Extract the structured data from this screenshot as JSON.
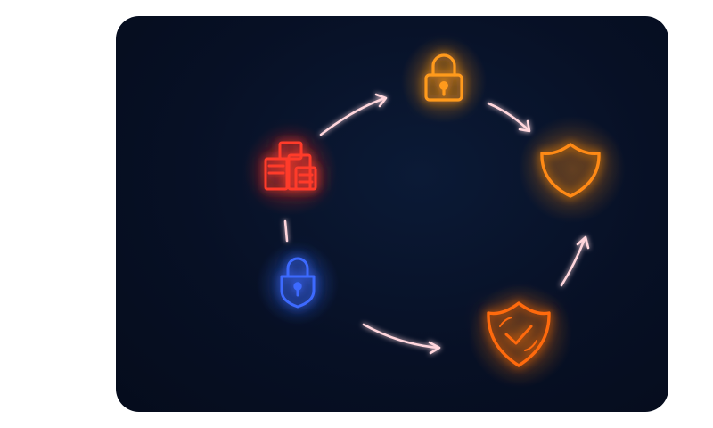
{
  "diagram": {
    "nodes": [
      {
        "id": "top",
        "icon": "padlock-icon",
        "color": "#ff9a1f"
      },
      {
        "id": "right",
        "icon": "shield-icon",
        "color": "#ff8a12"
      },
      {
        "id": "bottom-right",
        "icon": "shield-check-icon",
        "color": "#ff6a10"
      },
      {
        "id": "left-bottom",
        "icon": "padlock-icon",
        "color": "#3d6bff"
      },
      {
        "id": "left-top",
        "icon": "server-stack-icon",
        "color": "#ff3b2a"
      }
    ],
    "colors": {
      "panel_background": "#071025",
      "page_background": "#ffffff",
      "arrow": "#ffd6dc"
    }
  }
}
